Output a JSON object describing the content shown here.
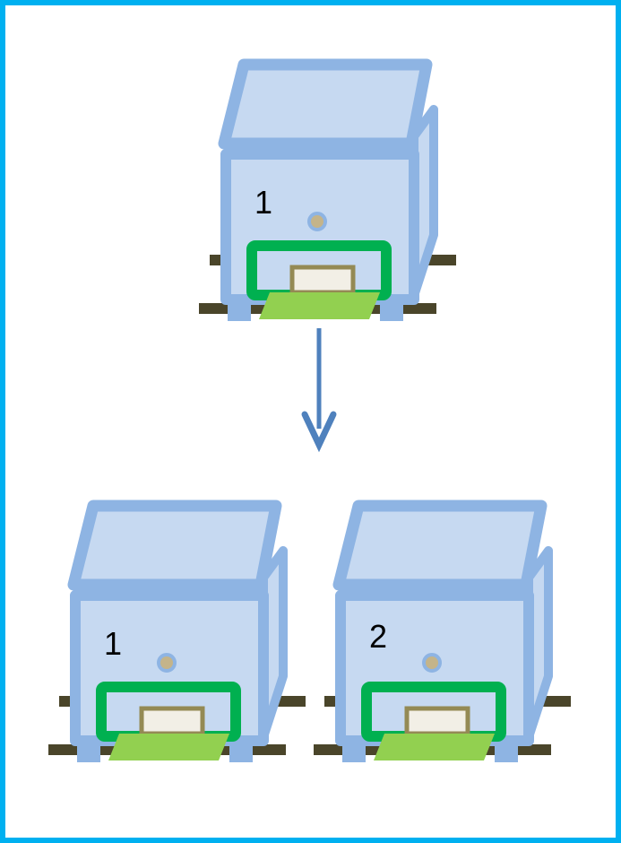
{
  "colors": {
    "frame_border": "#00B0F0",
    "hive_outline": "#8EB4E3",
    "hive_fill": "#C6D9F1",
    "entrance_outline": "#00B050",
    "landing_board": "#92D050",
    "entrance_block": "#F2EFE6",
    "entrance_block_outline": "#948A54",
    "stand_rail": "#4A452A",
    "hole": "#C4B48A",
    "arrow": "#4F81BD"
  },
  "hives": {
    "top": {
      "number": "1"
    },
    "bottom_left": {
      "number": "1"
    },
    "bottom_right": {
      "number": "2"
    }
  },
  "icons": {
    "arrow": "arrow-down-icon"
  }
}
